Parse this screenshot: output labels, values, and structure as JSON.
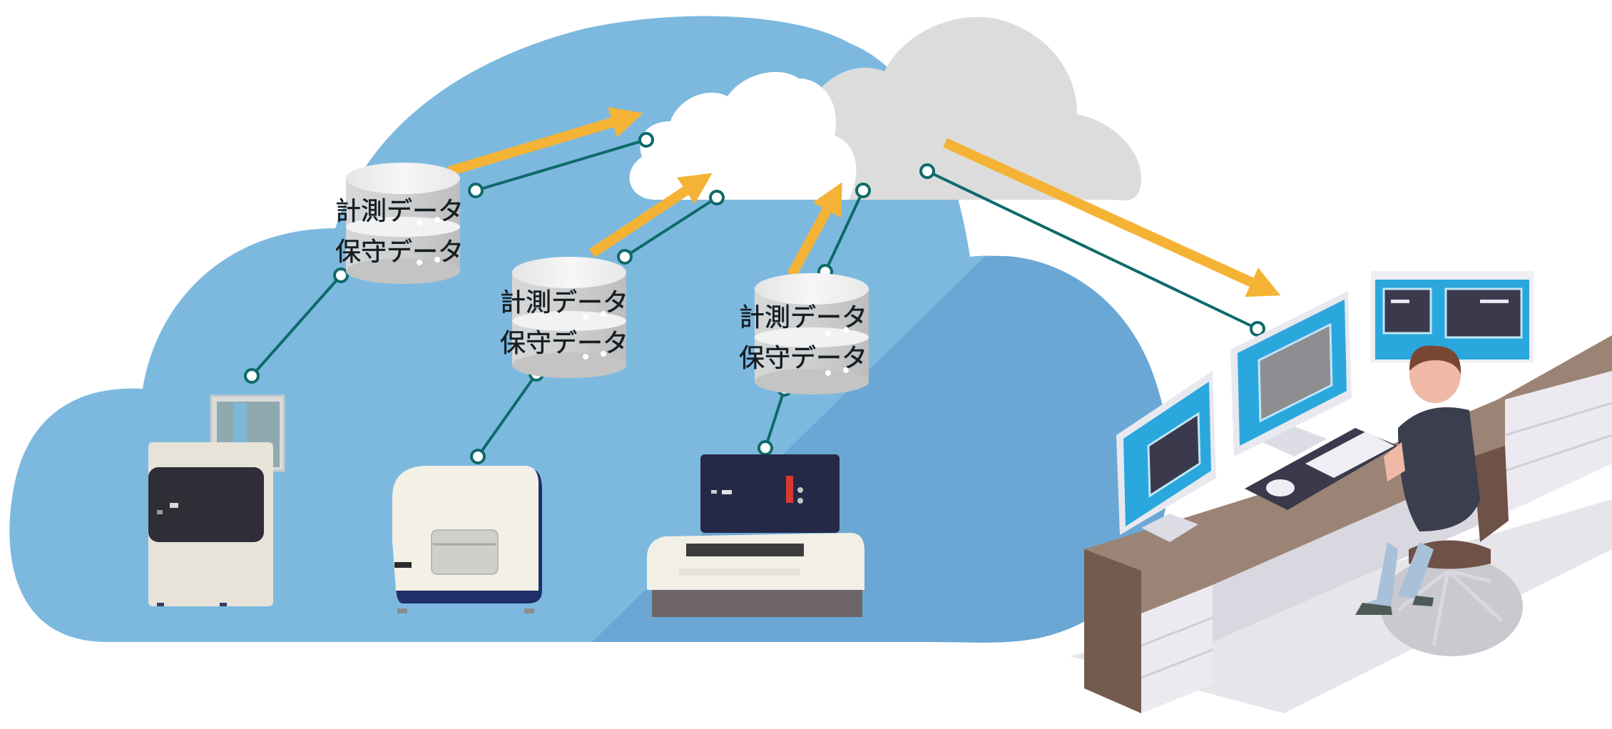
{
  "diagram": {
    "description": "Instruments upload measurement and maintenance data to the cloud, which delivers it to an operator workstation",
    "colors": {
      "cloud_background": "#7db9df",
      "cloud_background_shadow": "#6ba7d4",
      "cloud_white": "#ffffff",
      "cloud_gray": "#dcdcdc",
      "arrow": "#f5b335",
      "connector_line": "#0e6a6a",
      "database": "#c9c9c9",
      "desk": "#9b8475",
      "monitor_screen": "#2aa7dc"
    },
    "databases": [
      {
        "id": "db-1",
        "line1": "計測データ",
        "line2": "保守データ"
      },
      {
        "id": "db-2",
        "line1": "計測データ",
        "line2": "保守データ"
      },
      {
        "id": "db-3",
        "line1": "計測データ",
        "line2": "保守データ"
      }
    ],
    "instruments": [
      {
        "id": "instrument-1",
        "type": "analyzer-with-autosampler"
      },
      {
        "id": "instrument-2",
        "type": "xrf-analyzer"
      },
      {
        "id": "instrument-3",
        "type": "benchtop-analyzer"
      }
    ],
    "destination": {
      "id": "operator-workstation",
      "monitors": 3
    },
    "icons": {
      "cloud": "cloud-icon",
      "database": "database-icon",
      "arrow": "upload-arrow-icon",
      "person": "operator-icon"
    }
  }
}
